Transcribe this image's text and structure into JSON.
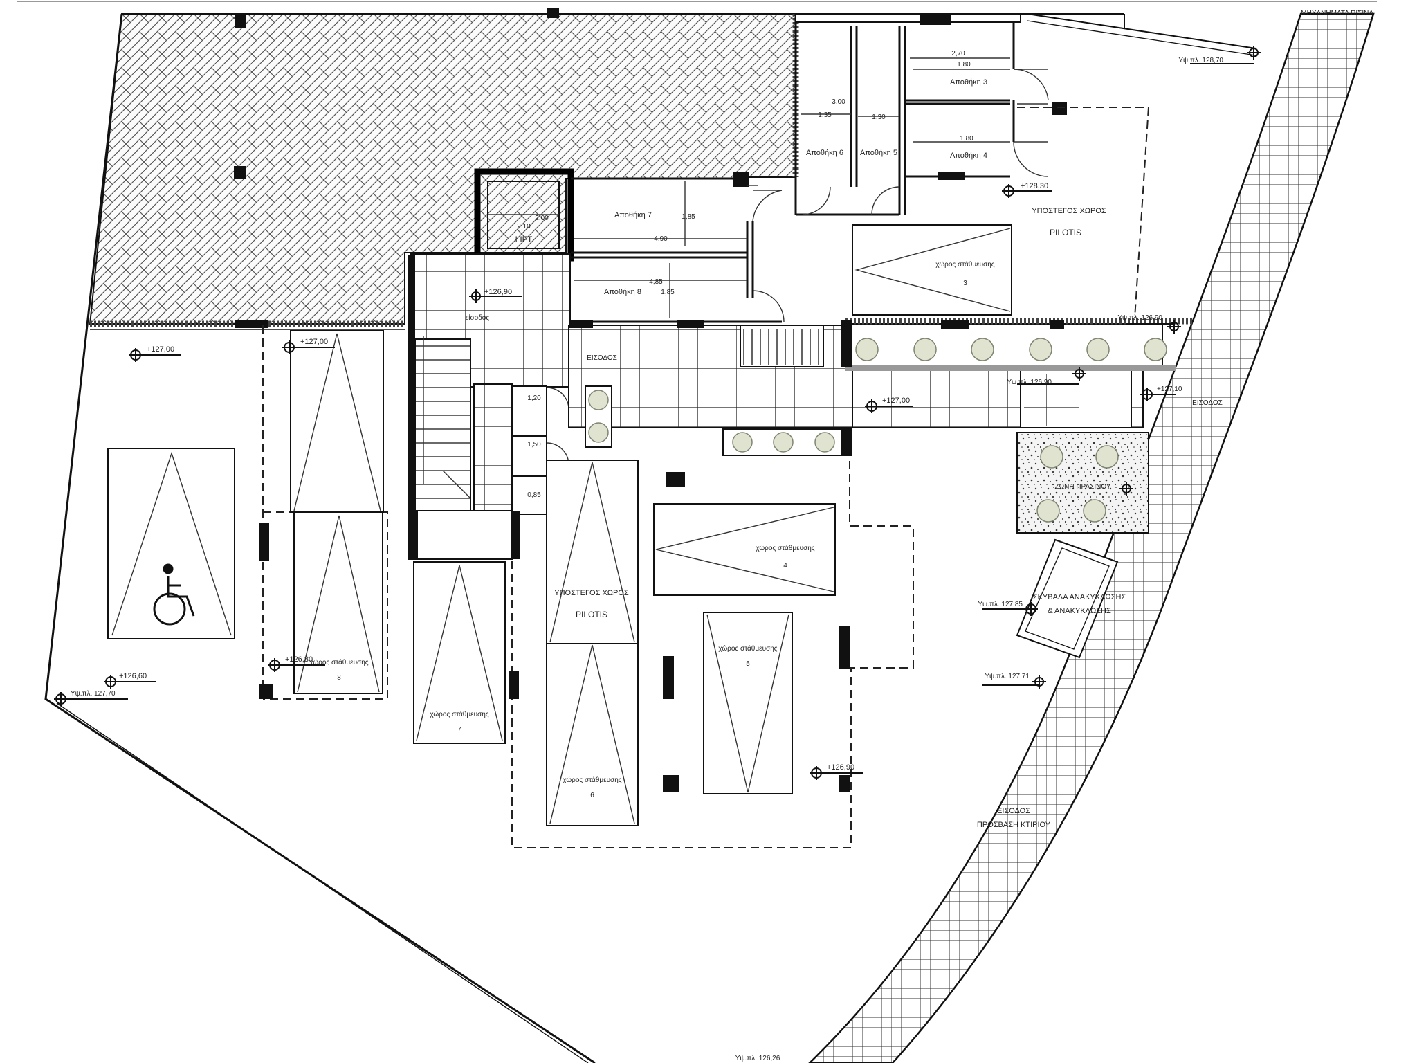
{
  "header": {
    "title": "ΜΗΧΑΝΗΜΑΤΑ ΠΙΣΙΝΑ"
  },
  "rooms": {
    "storage_3": "Αποθήκη 3",
    "storage_4": "Αποθήκη 4",
    "storage_5": "Αποθήκη 5",
    "storage_6": "Αποθήκη 6",
    "storage_7": "Αποθήκη 7",
    "storage_8": "Αποθήκη 8",
    "lift": "LIFT",
    "corridor": "ΕΙΣΟΔΟΣ",
    "roofed_space": "ΥΠΟΣΤΕΓΟΣ ΧΩΡΟΣ",
    "pilotis": "PILOTIS",
    "bins_line1": "ΣΚΥΒΑΛΑ ΑΝΑΚΥΚΛΩΣΗΣ",
    "bins_line2": "& ΑΝΑΚΥΚΛΩΣΗΣ",
    "ramp_line1": "ΕΙΣΟΔΟΣ",
    "ramp_line2": "ΠΡΟΣΒΑΣΗ ΚΤΙΡΙΟΥ",
    "entry_small": "ΕΙΣΟΔΟΣ",
    "planter_note": "ΖΩΝΗ ΠΡΑΣΙΝΟΥ",
    "lobby": "είσοδος"
  },
  "parking": {
    "label": "χώρος στάθμευσης",
    "spaces": [
      "3",
      "4",
      "5",
      "6",
      "7",
      "8"
    ]
  },
  "dimensions": {
    "d270": "2,70",
    "d180a": "1,80",
    "d180b": "1,80",
    "d300": "3,00",
    "d135": "1,35",
    "d130": "1,30",
    "d210": "2,10",
    "d200": "2,00",
    "d185a": "1,85",
    "d490": "4,90",
    "d485": "4,85",
    "d185b": "1,85",
    "d120": "1,20",
    "d150": "1,50",
    "d085": "0,85"
  },
  "levels": {
    "l1": "Υψ.πλ. 128,70",
    "l2": "+128,30",
    "l3": "+126,90",
    "l4": "+127,00",
    "l5": "+127,00",
    "l6": "Υψ.πλ. 126,90",
    "l7": "Υψ.πλ. 126,90",
    "l8": "+127,00",
    "l9": "+127,10",
    "l10": "+126,60",
    "l11": "+126,80",
    "l12": "Υψ.πλ. 127,70",
    "l13": "Υψ.πλ. 127,85",
    "l14": "Υψ.πλ. 127,71",
    "l15": "+126,90",
    "l16": "Υψ.πλ. 126,26"
  },
  "colors": {
    "line": "#111111",
    "tree": "#dfe3cf",
    "background": "#ffffff"
  }
}
